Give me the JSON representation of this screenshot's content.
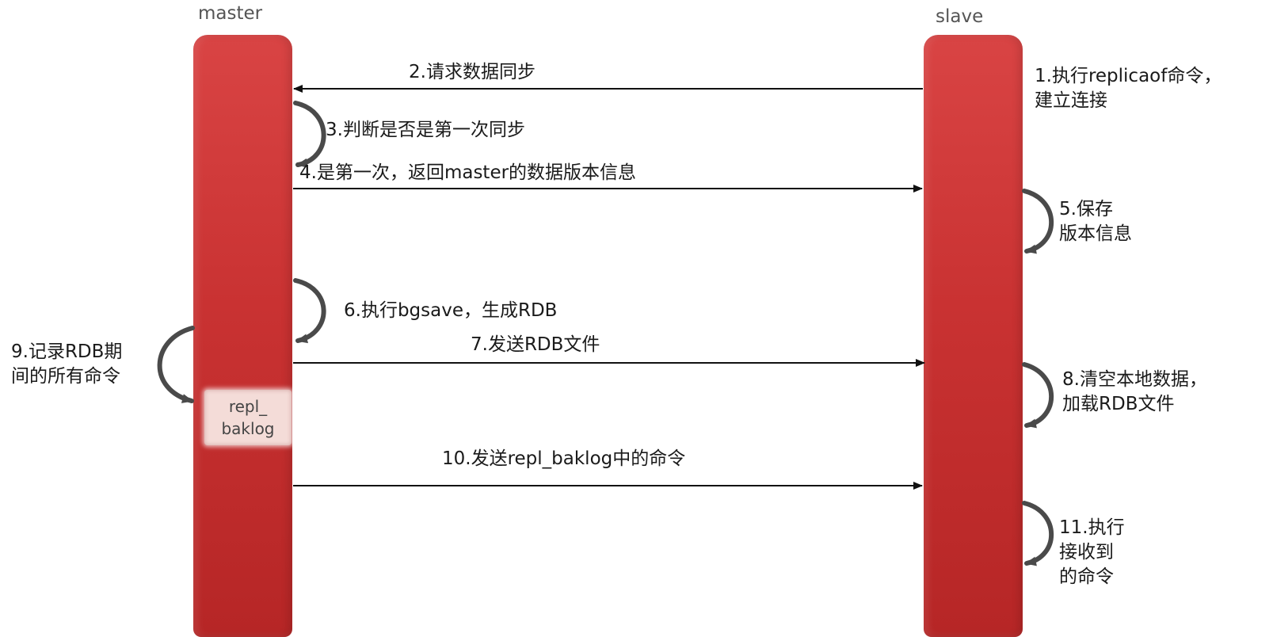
{
  "nodes": {
    "master": "master",
    "slave": "slave"
  },
  "buffer": {
    "line1": "repl_",
    "line2": "baklog"
  },
  "steps": {
    "s1": [
      "1.执行replicaof命令，",
      "建立连接"
    ],
    "s2": "2.请求数据同步",
    "s3": "3.判断是否是第一次同步",
    "s4": "4.是第一次，返回master的数据版本信息",
    "s5": [
      "5.保存",
      "版本信息"
    ],
    "s6": "6.执行bgsave，生成RDB",
    "s7": "7.发送RDB文件",
    "s8": [
      "8.清空本地数据，",
      "加载RDB文件"
    ],
    "s9": [
      "9.记录RDB期",
      "间的所有命令"
    ],
    "s10": "10.发送repl_baklog中的命令",
    "s11": [
      "11.执行",
      "接收到",
      "的命令"
    ]
  },
  "colors": {
    "lifeline": "#c93232",
    "arrow": "#111111",
    "self_arrow": "#4a4a4a",
    "buffer": "#f4dcd8"
  }
}
